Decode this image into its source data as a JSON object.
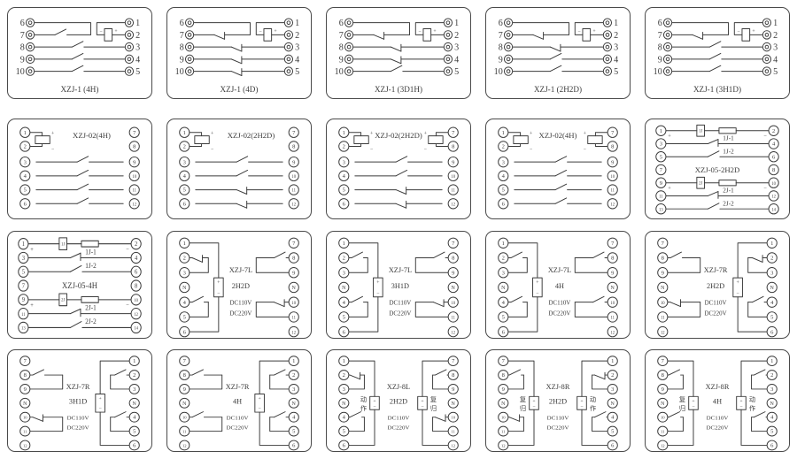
{
  "page": {
    "background": "#ffffff",
    "ink": "#3b3b3b",
    "panel_border": "#4a4a4a"
  },
  "marks": {
    "plus": "+",
    "minus": "−"
  },
  "panels": [
    {
      "id": "xzj1-4h",
      "type": "xzj1",
      "title": "XZJ-1 (4H)",
      "left": [
        "6",
        "7",
        "8",
        "9",
        "10"
      ],
      "right": [
        "1",
        "2",
        "3",
        "4",
        "5"
      ],
      "contact_67": "open",
      "contacts": [
        "open",
        "open",
        "open"
      ]
    },
    {
      "id": "xzj1-4d",
      "type": "xzj1",
      "title": "XZJ-1 (4D)",
      "left": [
        "6",
        "7",
        "8",
        "9",
        "10"
      ],
      "right": [
        "1",
        "2",
        "3",
        "4",
        "5"
      ],
      "contact_67": "break",
      "contacts": [
        "break",
        "break",
        "break"
      ]
    },
    {
      "id": "xzj1-3d1h",
      "type": "xzj1",
      "title": "XZJ-1 (3D1H)",
      "left": [
        "6",
        "7",
        "8",
        "9",
        "10"
      ],
      "right": [
        "1",
        "2",
        "3",
        "4",
        "5"
      ],
      "contact_67": "break",
      "contacts": [
        "break",
        "break",
        "open"
      ]
    },
    {
      "id": "xzj1-2h2d",
      "type": "xzj1",
      "title": "XZJ-1 (2H2D)",
      "left": [
        "6",
        "7",
        "8",
        "9",
        "10"
      ],
      "right": [
        "1",
        "2",
        "3",
        "4",
        "5"
      ],
      "contact_67": "break",
      "contacts": [
        "break",
        "open",
        "open"
      ]
    },
    {
      "id": "xzj1-3h1d",
      "type": "xzj1",
      "title": "XZJ-1 (3H1D)",
      "left": [
        "6",
        "7",
        "8",
        "9",
        "10"
      ],
      "right": [
        "1",
        "2",
        "3",
        "4",
        "5"
      ],
      "contact_67": "break",
      "contacts": [
        "open",
        "open",
        "open"
      ]
    },
    {
      "id": "xzj02-4h-a",
      "type": "xzj02",
      "title": "XZJ-02(4H)",
      "coils": "single",
      "left": [
        "1",
        "2",
        "3",
        "4",
        "5",
        "6"
      ],
      "right": [
        "7",
        "8",
        "9",
        "10",
        "11",
        "12"
      ],
      "contacts": [
        "open",
        "open",
        "open",
        "open"
      ]
    },
    {
      "id": "xzj02-2h2d-a",
      "type": "xzj02",
      "title": "XZJ-02(2H2D)",
      "coils": "single",
      "left": [
        "1",
        "2",
        "3",
        "4",
        "5",
        "6"
      ],
      "right": [
        "7",
        "8",
        "9",
        "10",
        "11",
        "12"
      ],
      "contacts": [
        "open",
        "open",
        "break",
        "break"
      ]
    },
    {
      "id": "xzj02-2h2d-b",
      "type": "xzj02",
      "title": "XZJ-02(2H2D)",
      "coils": "dual",
      "left": [
        "1",
        "2",
        "3",
        "4",
        "5",
        "6"
      ],
      "right": [
        "7",
        "8",
        "9",
        "10",
        "11",
        "12"
      ],
      "contacts": [
        "open",
        "open",
        "break",
        "break"
      ]
    },
    {
      "id": "xzj02-4h-b",
      "type": "xzj02",
      "title": "XZJ-02(4H)",
      "coils": "dual",
      "left": [
        "1",
        "2",
        "3",
        "4",
        "5",
        "6"
      ],
      "right": [
        "7",
        "8",
        "9",
        "10",
        "11",
        "12"
      ],
      "contacts": [
        "open",
        "open",
        "open",
        "open"
      ]
    },
    {
      "id": "xzj05-2h2d",
      "type": "xzj05",
      "title": "XZJ-05-2H2D",
      "left": [
        "1",
        "3",
        "5",
        "7",
        "9",
        "11",
        "13"
      ],
      "right": [
        "2",
        "4",
        "6",
        "8",
        "10",
        "12",
        "14"
      ],
      "coil_labels": [
        "1J",
        "2J"
      ],
      "contact_labels": [
        "1J-1",
        "1J-2",
        "2J-1",
        "2J-2"
      ],
      "contacts": [
        "break",
        "open",
        "break",
        "open"
      ]
    },
    {
      "id": "xzj05-4h",
      "type": "xzj05",
      "title": "XZJ-05-4H",
      "left": [
        "1",
        "3",
        "5",
        "7",
        "9",
        "11",
        "13"
      ],
      "right": [
        "2",
        "4",
        "6",
        "8",
        "10",
        "12",
        "14"
      ],
      "coil_labels": [
        "1J",
        "2J"
      ],
      "contact_labels": [
        "1J-1",
        "1J-2",
        "2J-1",
        "2J-2"
      ],
      "contacts": [
        "break",
        "open",
        "break",
        "open"
      ]
    },
    {
      "id": "xzj7l-2h2d",
      "type": "xzj7",
      "side": "L",
      "lines": [
        "XZJ-7L",
        "2H2D",
        "DC110V",
        "DC220V"
      ],
      "left": [
        "1",
        "2",
        "3",
        "N",
        "4",
        "5",
        "6"
      ],
      "right": [
        "7",
        "8",
        "9",
        "N",
        "10",
        "11",
        "12"
      ],
      "contacts": {
        "lt": "break",
        "lb": "open",
        "rt": "open",
        "rb": "break"
      }
    },
    {
      "id": "xzj7l-3h1d",
      "type": "xzj7",
      "side": "L",
      "lines": [
        "XZJ-7L",
        "3H1D",
        "DC110V",
        "DC220V"
      ],
      "left": [
        "1",
        "2",
        "3",
        "N",
        "4",
        "5",
        "6"
      ],
      "right": [
        "7",
        "8",
        "9",
        "N",
        "10",
        "11",
        "12"
      ],
      "contacts": {
        "lt": "open",
        "lb": "open",
        "rt": "open",
        "rb": "break"
      }
    },
    {
      "id": "xzj7l-4h",
      "type": "xzj7",
      "side": "L",
      "lines": [
        "XZJ-7L",
        "4H",
        "DC110V",
        "DC220V"
      ],
      "left": [
        "1",
        "2",
        "3",
        "N",
        "4",
        "5",
        "6"
      ],
      "right": [
        "7",
        "8",
        "9",
        "N",
        "10",
        "11",
        "12"
      ],
      "contacts": {
        "lt": "open",
        "lb": "open",
        "rt": "open",
        "rb": "open"
      }
    },
    {
      "id": "xzj7r-2h2d",
      "type": "xzj7",
      "side": "R",
      "lines": [
        "XZJ-7R",
        "2H2D",
        "DC110V",
        "DC220V"
      ],
      "left": [
        "7",
        "8",
        "9",
        "N",
        "10",
        "11",
        "12"
      ],
      "right": [
        "1",
        "2",
        "3",
        "N",
        "4",
        "5",
        "6"
      ],
      "contacts": {
        "lt": "open",
        "lb": "break",
        "rt": "break",
        "rb": "open"
      }
    },
    {
      "id": "xzj7r-3h1d",
      "type": "xzj7",
      "side": "R",
      "lines": [
        "XZJ-7R",
        "3H1D",
        "DC110V",
        "DC220V"
      ],
      "left": [
        "7",
        "8",
        "9",
        "N",
        "10",
        "11",
        "12"
      ],
      "right": [
        "1",
        "2",
        "3",
        "N",
        "4",
        "5",
        "6"
      ],
      "contacts": {
        "lt": "open",
        "lb": "break",
        "rt": "open",
        "rb": "open"
      }
    },
    {
      "id": "xzj7r-4h",
      "type": "xzj7",
      "side": "R",
      "lines": [
        "XZJ-7R",
        "4H",
        "DC110V",
        "DC220V"
      ],
      "left": [
        "7",
        "8",
        "9",
        "N",
        "10",
        "11",
        "12"
      ],
      "right": [
        "1",
        "2",
        "3",
        "N",
        "4",
        "5",
        "6"
      ],
      "contacts": {
        "lt": "open",
        "lb": "open",
        "rt": "open",
        "rb": "open"
      }
    },
    {
      "id": "xzj8l-2h2d",
      "type": "xzj8",
      "side": "L",
      "lines": [
        "XZJ-8L",
        "2H2D",
        "DC110V",
        "DC220V"
      ],
      "left": [
        "1",
        "2",
        "3",
        "N",
        "4",
        "5",
        "6"
      ],
      "right": [
        "7",
        "8",
        "9",
        "N",
        "10",
        "11",
        "12"
      ],
      "coil_left": "动作",
      "coil_right": "复归",
      "contacts": {
        "lt": "break",
        "lb": "open",
        "rt": "open",
        "rb": "break"
      }
    },
    {
      "id": "xzj8r-2h2d",
      "type": "xzj8",
      "side": "R",
      "lines": [
        "XZJ-8R",
        "2H2D",
        "DC110V",
        "DC220V"
      ],
      "left": [
        "7",
        "8",
        "9",
        "N",
        "10",
        "11",
        "12"
      ],
      "right": [
        "1",
        "2",
        "3",
        "N",
        "4",
        "5",
        "6"
      ],
      "coil_left": "复归",
      "coil_right": "动作",
      "contacts": {
        "lt": "open",
        "lb": "break",
        "rt": "break",
        "rb": "open"
      }
    },
    {
      "id": "xzj8r-4h",
      "type": "xzj8",
      "side": "R",
      "lines": [
        "XZJ-8R",
        "4H",
        "DC110V",
        "DC220V"
      ],
      "left": [
        "7",
        "8",
        "9",
        "N",
        "10",
        "11",
        "12"
      ],
      "right": [
        "1",
        "2",
        "3",
        "N",
        "4",
        "5",
        "6"
      ],
      "coil_left": "复归",
      "coil_right": "动作",
      "contacts": {
        "lt": "open",
        "lb": "open",
        "rt": "open",
        "rb": "open"
      }
    }
  ]
}
